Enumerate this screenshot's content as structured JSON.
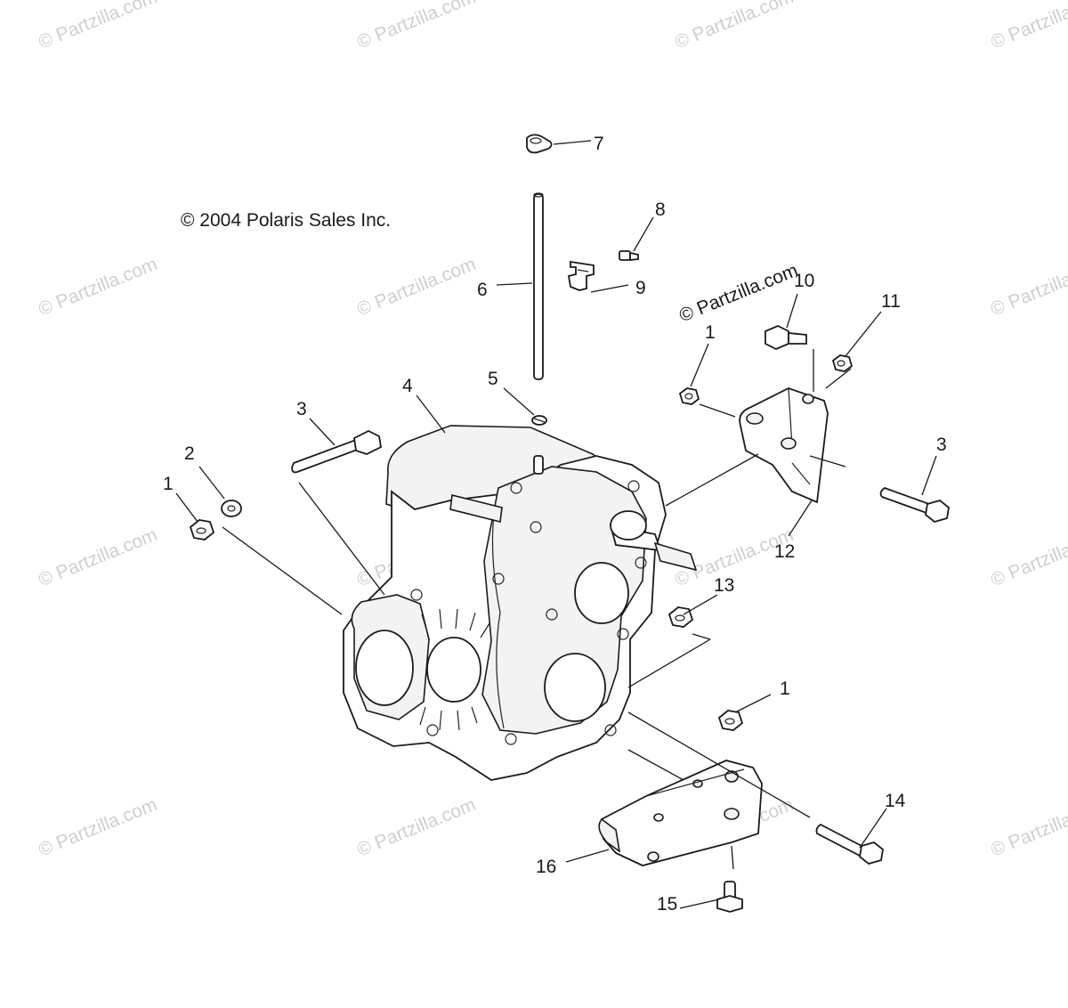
{
  "copyright": "© 2004 Polaris Sales Inc.",
  "watermark_text": "© Partzilla.com",
  "callouts": [
    {
      "id": "c7",
      "label": "7"
    },
    {
      "id": "c8",
      "label": "8"
    },
    {
      "id": "c6",
      "label": "6"
    },
    {
      "id": "c9",
      "label": "9"
    },
    {
      "id": "c10",
      "label": "10"
    },
    {
      "id": "c11",
      "label": "11"
    },
    {
      "id": "c1a",
      "label": "1"
    },
    {
      "id": "c5",
      "label": "5"
    },
    {
      "id": "c4",
      "label": "4"
    },
    {
      "id": "c3a",
      "label": "3"
    },
    {
      "id": "c3b",
      "label": "3"
    },
    {
      "id": "c2",
      "label": "2"
    },
    {
      "id": "c1b",
      "label": "1"
    },
    {
      "id": "c12",
      "label": "12"
    },
    {
      "id": "c13",
      "label": "13"
    },
    {
      "id": "c1c",
      "label": "1"
    },
    {
      "id": "c14",
      "label": "14"
    },
    {
      "id": "c16",
      "label": "16"
    },
    {
      "id": "c15",
      "label": "15"
    }
  ]
}
